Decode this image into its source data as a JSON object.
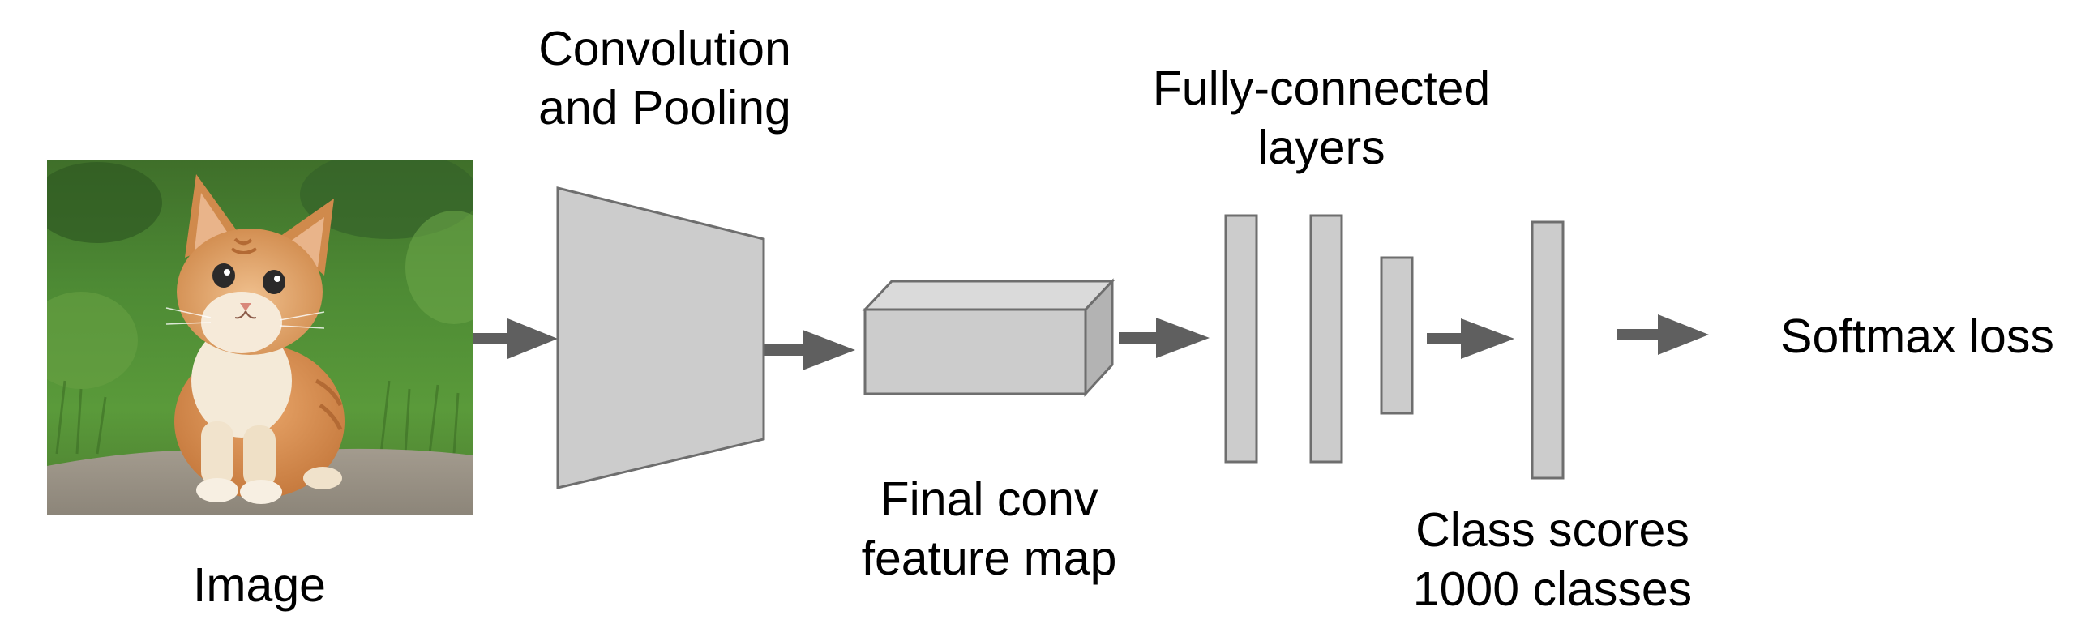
{
  "labels": {
    "image": "Image",
    "conv_pool": [
      "Convolution",
      "and Pooling"
    ],
    "final_conv": [
      "Final conv",
      "feature map"
    ],
    "fully_connected": [
      "Fully-connected",
      "layers"
    ],
    "class_scores": [
      "Class scores",
      "1000 classes"
    ],
    "softmax": "Softmax loss"
  },
  "colors": {
    "block_fill": "#cccccc",
    "block_side": "#b3b3b3",
    "block_top": "#dadada",
    "block_stroke": "#6e6e6e",
    "arrow": "#5f5f5f",
    "text": "#000000"
  }
}
